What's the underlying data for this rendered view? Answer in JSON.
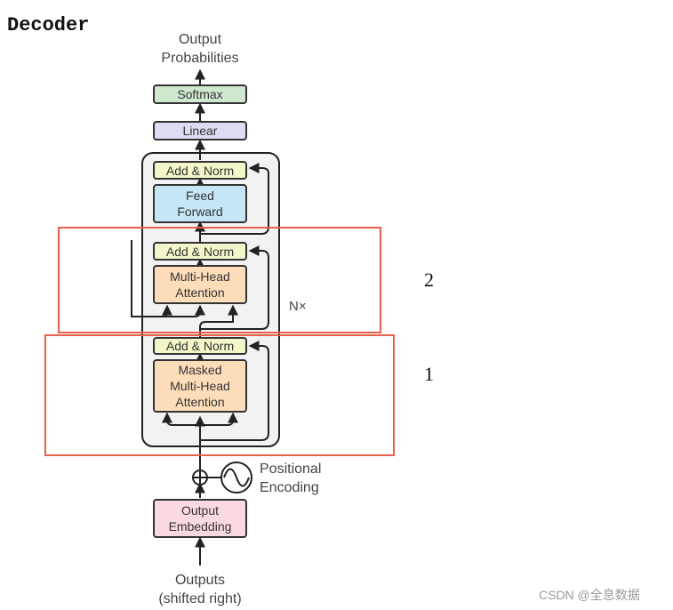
{
  "title": "Decoder",
  "output_label": [
    "Output",
    "Probabilities"
  ],
  "softmax": "Softmax",
  "linear": "Linear",
  "add_norm": "Add & Norm",
  "feed_forward": [
    "Feed",
    "Forward"
  ],
  "multi_head": [
    "Multi-Head",
    "Attention"
  ],
  "masked": [
    "Masked",
    "Multi-Head",
    "Attention"
  ],
  "nx": "N×",
  "positional": [
    "Positional",
    "Encoding"
  ],
  "embedding": [
    "Output",
    "Embedding"
  ],
  "inputs": [
    "Outputs",
    "(shifted right)"
  ],
  "marker_1": "1",
  "marker_2": "2",
  "watermark": "CSDN @全息数据",
  "colors": {
    "highlight": "#e8604c",
    "block_bg": "#f2f2f2"
  }
}
